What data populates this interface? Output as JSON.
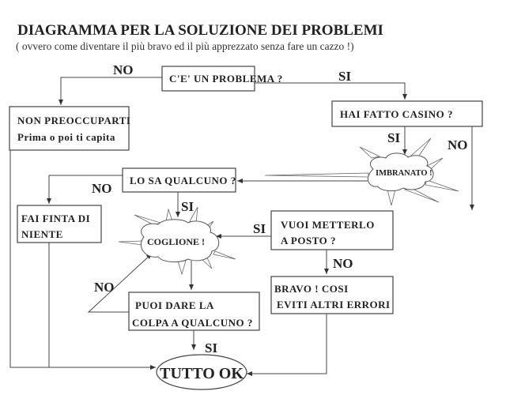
{
  "title": "DIAGRAMMA PER LA SOLUZIONE DEI PROBLEMI",
  "subtitle": "( ovvero come diventare il più bravo ed il più apprezzato senza fare un cazzo !)",
  "nodes": {
    "problema": "C'E' UN PROBLEMA ?",
    "non_preoccuparti_1": "NON PREOCCUPARTI",
    "non_preoccuparti_2": "Prima o poi ti capita",
    "casino": "HAI  FATTO CASINO ?",
    "imbranato": "IMBRANATO !",
    "lo_sa": "LO SA QUALCUNO ?",
    "fai_finta_1": "FAI  FINTA  DI",
    "fai_finta_2": "NIENTE",
    "coglione": "COGLIONE !",
    "vuoi_1": "VUOI  METTERLO",
    "vuoi_2": "A  POSTO ?",
    "bravo_1": "BRAVO !  COSI",
    "bravo_2": "EVITI  ALTRI  ERRORI",
    "puoi_1": "PUOI  DARE  LA",
    "puoi_2": "COLPA  A  QUALCUNO ?",
    "tutto_ok": "TUTTO  OK"
  },
  "edges": {
    "problema_no": "NO",
    "problema_si": "SI",
    "casino_si": "SI",
    "casino_no": "NO",
    "lo_sa_no": "NO",
    "lo_sa_si": "SI",
    "vuoi_si": "SI",
    "vuoi_no": "NO",
    "puoi_no": "NO",
    "puoi_si": "SI"
  }
}
